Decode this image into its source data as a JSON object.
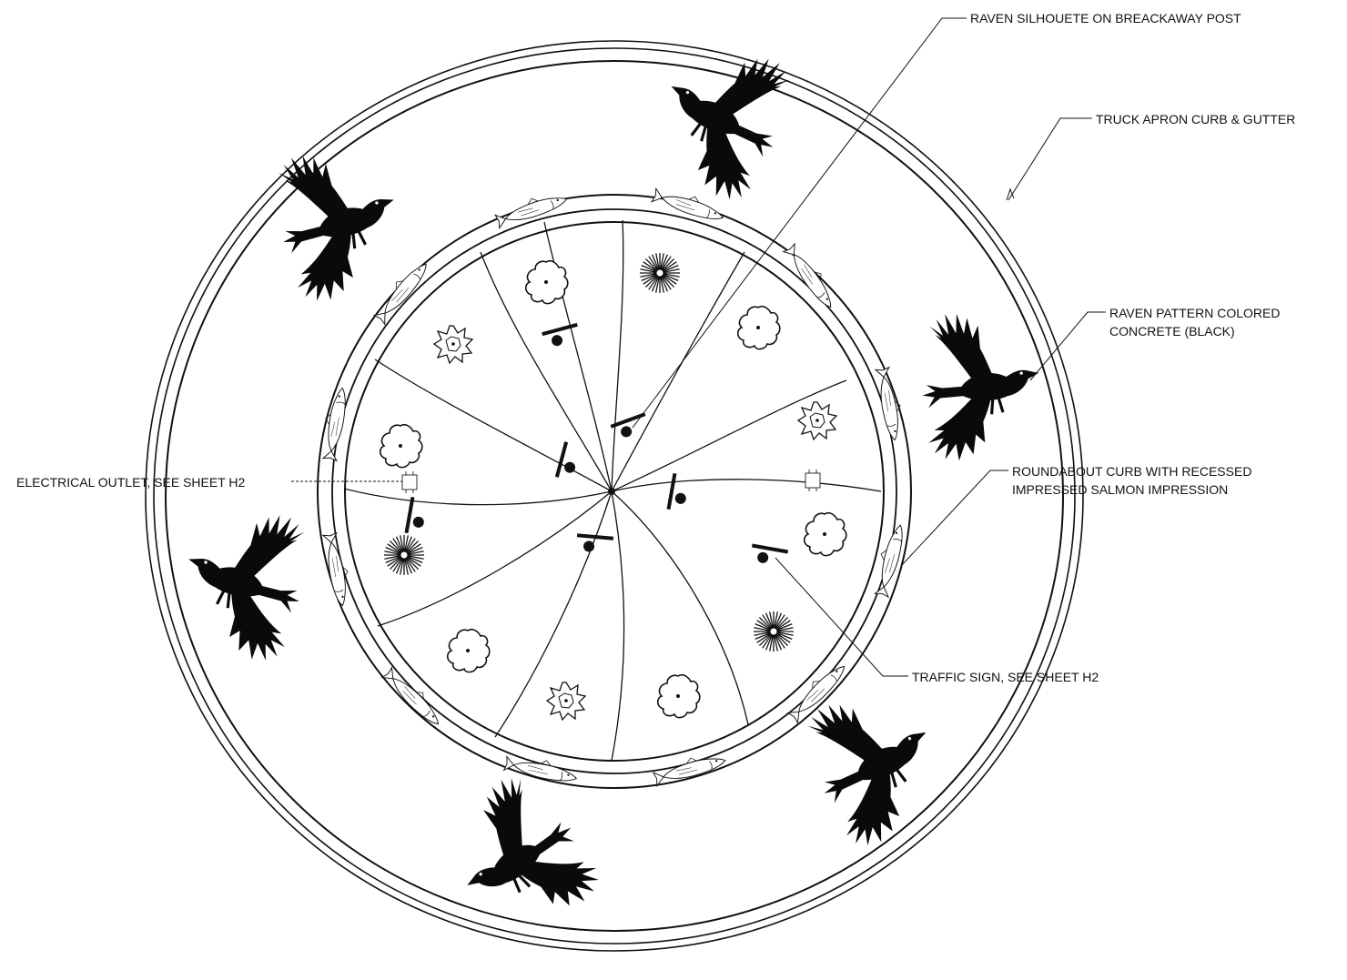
{
  "labels": {
    "raven_silhouette": "RAVEN SILHOUETE ON BREACKAWAY POST",
    "truck_apron": "TRUCK APRON CURB & GUTTER",
    "raven_pattern_1": "RAVEN PATTERN COLORED",
    "raven_pattern_2": "CONCRETE (BLACK)",
    "roundabout_curb_1": "ROUNDABOUT CURB WITH RECESSED",
    "roundabout_curb_2": "IMPRESSED SALMON IMPRESSION",
    "electrical_outlet": "ELECTRICAL OUTLET, SEE SHEET H2",
    "traffic_sign": "TRAFFIC SIGN, SEE SHEET H2"
  },
  "colors": {
    "line": "#111111",
    "fill": "#0a0a0a",
    "paper": "#ffffff"
  },
  "icons": {
    "raven": "raven-silhouette-icon",
    "salmon": "salmon-impression-icon",
    "shrub": "shrub-icon",
    "starburst": "starburst-plant-icon",
    "flower": "flower-plant-icon",
    "sign": "traffic-sign-icon",
    "outlet": "electrical-outlet-icon"
  }
}
